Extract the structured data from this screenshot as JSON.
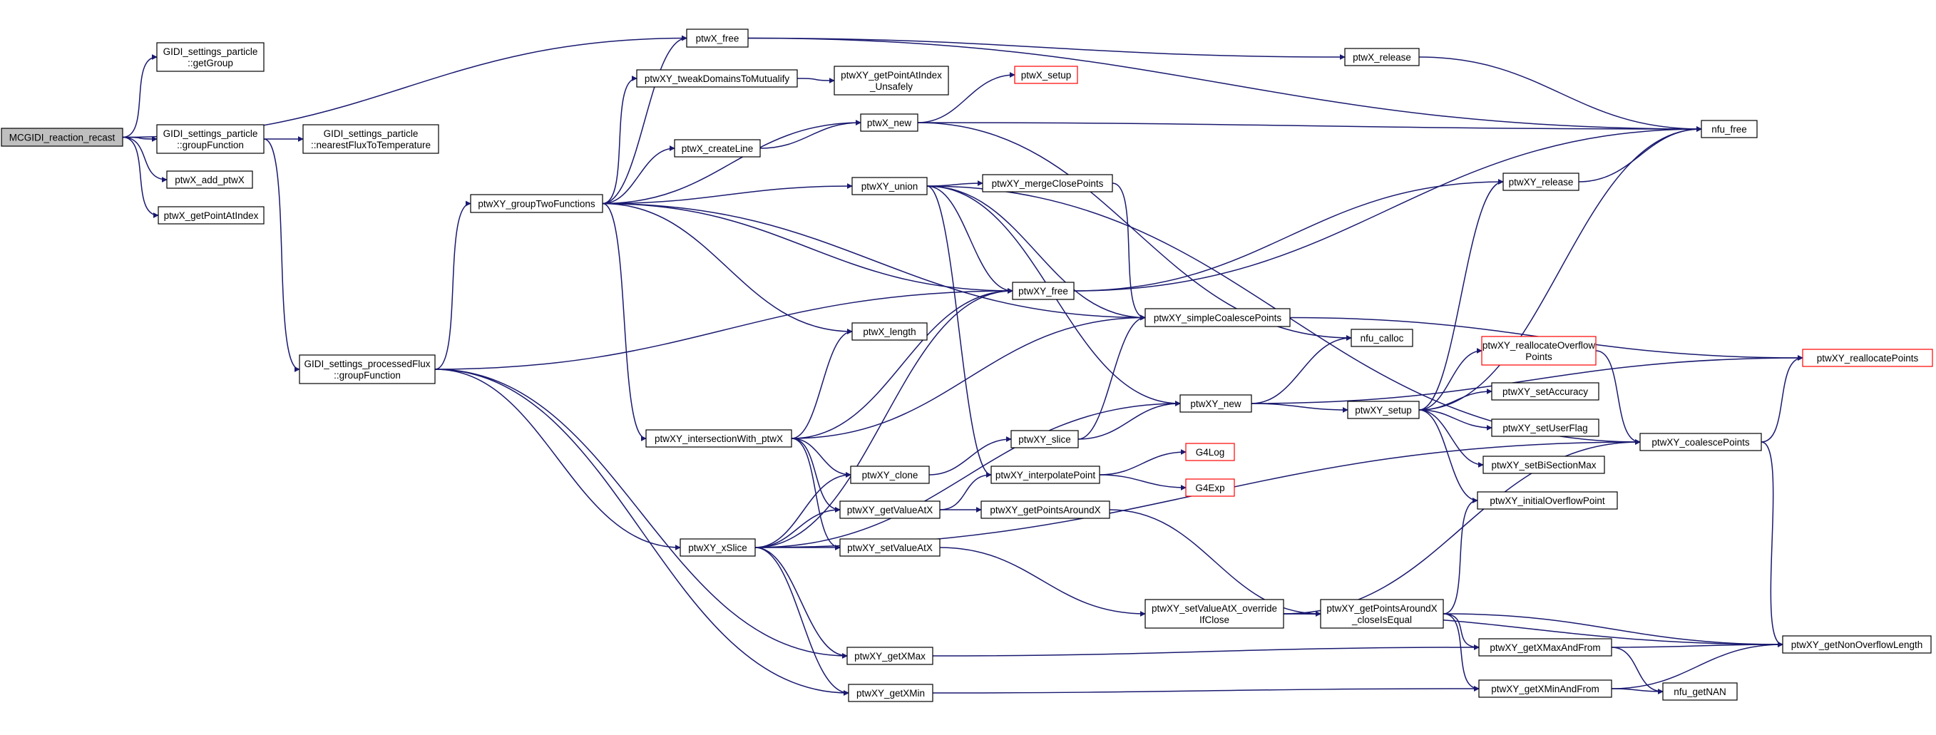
{
  "colors": {
    "edge": "#191970",
    "root_fill": "#bfbfbf",
    "truncated_border": "#ff0000",
    "node_border": "#000000"
  },
  "nodes": [
    {
      "id": "root",
      "lines": [
        "MCGIDI_reaction_recast"
      ],
      "style": "root"
    },
    {
      "id": "getGroup",
      "lines": [
        "GIDI_settings_particle",
        "::getGroup"
      ]
    },
    {
      "id": "particle_groupFunction",
      "lines": [
        "GIDI_settings_particle",
        "::groupFunction"
      ]
    },
    {
      "id": "nearestFlux",
      "lines": [
        "GIDI_settings_particle",
        "::nearestFluxToTemperature"
      ]
    },
    {
      "id": "add_ptwX",
      "lines": [
        "ptwX_add_ptwX"
      ]
    },
    {
      "id": "getPointAtIndex",
      "lines": [
        "ptwX_getPointAtIndex"
      ]
    },
    {
      "id": "processedFlux",
      "lines": [
        "GIDI_settings_processedFlux",
        "::groupFunction"
      ]
    },
    {
      "id": "groupTwoFunctions",
      "lines": [
        "ptwXY_groupTwoFunctions"
      ]
    },
    {
      "id": "ptwX_free",
      "lines": [
        "ptwX_free"
      ]
    },
    {
      "id": "tweakDomains",
      "lines": [
        "ptwXY_tweakDomainsToMutualify"
      ]
    },
    {
      "id": "getPointAtIndexUnsafely",
      "lines": [
        "ptwXY_getPointAtIndex",
        "_Unsafely"
      ]
    },
    {
      "id": "ptwX_setup",
      "lines": [
        "ptwX_setup"
      ],
      "style": "truncated"
    },
    {
      "id": "ptwX_new",
      "lines": [
        "ptwX_new"
      ]
    },
    {
      "id": "createLine",
      "lines": [
        "ptwX_createLine"
      ]
    },
    {
      "id": "union",
      "lines": [
        "ptwXY_union"
      ]
    },
    {
      "id": "mergeClosePoints",
      "lines": [
        "ptwXY_mergeClosePoints"
      ]
    },
    {
      "id": "ptwXY_free",
      "lines": [
        "ptwXY_free"
      ]
    },
    {
      "id": "ptwX_length",
      "lines": [
        "ptwX_length"
      ]
    },
    {
      "id": "simpleCoalesce",
      "lines": [
        "ptwXY_simpleCoalescePoints"
      ]
    },
    {
      "id": "intersectionWith",
      "lines": [
        "ptwXY_intersectionWith_ptwX"
      ]
    },
    {
      "id": "clone",
      "lines": [
        "ptwXY_clone"
      ]
    },
    {
      "id": "slice",
      "lines": [
        "ptwXY_slice"
      ]
    },
    {
      "id": "interpolatePoint",
      "lines": [
        "ptwXY_interpolatePoint"
      ]
    },
    {
      "id": "G4Log",
      "lines": [
        "G4Log"
      ],
      "style": "truncated"
    },
    {
      "id": "G4Exp",
      "lines": [
        "G4Exp"
      ],
      "style": "truncated"
    },
    {
      "id": "getValueAtX",
      "lines": [
        "ptwXY_getValueAtX"
      ]
    },
    {
      "id": "getPointsAroundX",
      "lines": [
        "ptwXY_getPointsAroundX"
      ]
    },
    {
      "id": "xSlice",
      "lines": [
        "ptwXY_xSlice"
      ]
    },
    {
      "id": "setValueAtX",
      "lines": [
        "ptwXY_setValueAtX"
      ]
    },
    {
      "id": "setValueOverride",
      "lines": [
        "ptwXY_setValueAtX_override",
        "IfClose"
      ]
    },
    {
      "id": "getPointsAroundXEqual",
      "lines": [
        "ptwXY_getPointsAroundX",
        "_closeIsEqual"
      ]
    },
    {
      "id": "getXMax",
      "lines": [
        "ptwXY_getXMax"
      ]
    },
    {
      "id": "getXMin",
      "lines": [
        "ptwXY_getXMin"
      ]
    },
    {
      "id": "ptwXY_new",
      "lines": [
        "ptwXY_new"
      ]
    },
    {
      "id": "ptwX_release",
      "lines": [
        "ptwX_release"
      ]
    },
    {
      "id": "nfu_free",
      "lines": [
        "nfu_free"
      ]
    },
    {
      "id": "ptwXY_release",
      "lines": [
        "ptwXY_release"
      ]
    },
    {
      "id": "nfu_calloc",
      "lines": [
        "nfu_calloc"
      ]
    },
    {
      "id": "ptwXY_setup",
      "lines": [
        "ptwXY_setup"
      ]
    },
    {
      "id": "reallocateOverflow",
      "lines": [
        "ptwXY_reallocateOverflow",
        "Points"
      ],
      "style": "truncated"
    },
    {
      "id": "setAccuracy",
      "lines": [
        "ptwXY_setAccuracy"
      ]
    },
    {
      "id": "setUserFlag",
      "lines": [
        "ptwXY_setUserFlag"
      ]
    },
    {
      "id": "setBiSectionMax",
      "lines": [
        "ptwXY_setBiSectionMax"
      ]
    },
    {
      "id": "initialOverflowPoint",
      "lines": [
        "ptwXY_initialOverflowPoint"
      ]
    },
    {
      "id": "getXMaxAndFrom",
      "lines": [
        "ptwXY_getXMaxAndFrom"
      ]
    },
    {
      "id": "getXMinAndFrom",
      "lines": [
        "ptwXY_getXMinAndFrom"
      ]
    },
    {
      "id": "nfu_getNAN",
      "lines": [
        "nfu_getNAN"
      ]
    },
    {
      "id": "reallocatePoints",
      "lines": [
        "ptwXY_reallocatePoints"
      ],
      "style": "truncated"
    },
    {
      "id": "coalescePoints",
      "lines": [
        "ptwXY_coalescePoints"
      ]
    },
    {
      "id": "getNonOverflowLength",
      "lines": [
        "ptwXY_getNonOverflowLength"
      ]
    }
  ],
  "edges": [
    [
      "root",
      "getGroup"
    ],
    [
      "root",
      "ptwX_free"
    ],
    [
      "root",
      "particle_groupFunction"
    ],
    [
      "root",
      "add_ptwX"
    ],
    [
      "root",
      "getPointAtIndex"
    ],
    [
      "particle_groupFunction",
      "nearestFlux"
    ],
    [
      "particle_groupFunction",
      "processedFlux"
    ],
    [
      "processedFlux",
      "groupTwoFunctions"
    ],
    [
      "processedFlux",
      "ptwXY_free"
    ],
    [
      "processedFlux",
      "xSlice"
    ],
    [
      "processedFlux",
      "getXMax"
    ],
    [
      "processedFlux",
      "getXMin"
    ],
    [
      "groupTwoFunctions",
      "ptwX_free"
    ],
    [
      "groupTwoFunctions",
      "tweakDomains"
    ],
    [
      "groupTwoFunctions",
      "ptwX_new"
    ],
    [
      "groupTwoFunctions",
      "createLine"
    ],
    [
      "groupTwoFunctions",
      "union"
    ],
    [
      "groupTwoFunctions",
      "ptwXY_free"
    ],
    [
      "groupTwoFunctions",
      "simpleCoalesce"
    ],
    [
      "groupTwoFunctions",
      "ptwX_length"
    ],
    [
      "groupTwoFunctions",
      "intersectionWith"
    ],
    [
      "ptwX_free",
      "nfu_free"
    ],
    [
      "ptwX_free",
      "ptwX_release"
    ],
    [
      "ptwX_release",
      "nfu_free"
    ],
    [
      "tweakDomains",
      "getPointAtIndexUnsafely"
    ],
    [
      "ptwX_new",
      "ptwX_setup"
    ],
    [
      "ptwX_new",
      "nfu_free"
    ],
    [
      "ptwX_new",
      "nfu_calloc"
    ],
    [
      "createLine",
      "ptwX_new"
    ],
    [
      "union",
      "mergeClosePoints"
    ],
    [
      "union",
      "ptwXY_free"
    ],
    [
      "union",
      "simpleCoalesce"
    ],
    [
      "union",
      "ptwXY_new"
    ],
    [
      "union",
      "interpolatePoint"
    ],
    [
      "union",
      "coalescePoints"
    ],
    [
      "mergeClosePoints",
      "simpleCoalesce"
    ],
    [
      "ptwXY_free",
      "nfu_free"
    ],
    [
      "ptwXY_free",
      "ptwXY_release"
    ],
    [
      "ptwXY_release",
      "nfu_free"
    ],
    [
      "simpleCoalesce",
      "reallocatePoints"
    ],
    [
      "intersectionWith",
      "ptwX_length"
    ],
    [
      "intersectionWith",
      "ptwXY_free"
    ],
    [
      "intersectionWith",
      "simpleCoalesce"
    ],
    [
      "intersectionWith",
      "clone"
    ],
    [
      "intersectionWith",
      "getValueAtX"
    ],
    [
      "intersectionWith",
      "setValueAtX"
    ],
    [
      "clone",
      "slice"
    ],
    [
      "slice",
      "ptwXY_new"
    ],
    [
      "slice",
      "simpleCoalesce"
    ],
    [
      "interpolatePoint",
      "G4Log"
    ],
    [
      "interpolatePoint",
      "G4Exp"
    ],
    [
      "getValueAtX",
      "interpolatePoint"
    ],
    [
      "getValueAtX",
      "getPointsAroundX"
    ],
    [
      "getPointsAroundX",
      "getPointsAroundXEqual"
    ],
    [
      "xSlice",
      "ptwXY_free"
    ],
    [
      "xSlice",
      "ptwXY_new"
    ],
    [
      "xSlice",
      "clone"
    ],
    [
      "xSlice",
      "getValueAtX"
    ],
    [
      "xSlice",
      "setValueAtX"
    ],
    [
      "xSlice",
      "getXMax"
    ],
    [
      "xSlice",
      "getXMin"
    ],
    [
      "xSlice",
      "coalescePoints"
    ],
    [
      "setValueAtX",
      "setValueOverride"
    ],
    [
      "setValueOverride",
      "getPointsAroundXEqual"
    ],
    [
      "setValueOverride",
      "coalescePoints"
    ],
    [
      "setValueOverride",
      "getNonOverflowLength"
    ],
    [
      "getPointsAroundXEqual",
      "initialOverflowPoint"
    ],
    [
      "getPointsAroundXEqual",
      "getXMaxAndFrom"
    ],
    [
      "getPointsAroundXEqual",
      "getXMinAndFrom"
    ],
    [
      "getPointsAroundXEqual",
      "getNonOverflowLength"
    ],
    [
      "getXMax",
      "getXMaxAndFrom"
    ],
    [
      "getXMin",
      "getXMinAndFrom"
    ],
    [
      "getXMaxAndFrom",
      "nfu_getNAN"
    ],
    [
      "getXMaxAndFrom",
      "getNonOverflowLength"
    ],
    [
      "getXMinAndFrom",
      "nfu_getNAN"
    ],
    [
      "getXMinAndFrom",
      "getNonOverflowLength"
    ],
    [
      "ptwXY_new",
      "nfu_calloc"
    ],
    [
      "ptwXY_new",
      "ptwXY_setup"
    ],
    [
      "ptwXY_new",
      "reallocatePoints"
    ],
    [
      "ptwXY_setup",
      "ptwXY_release"
    ],
    [
      "ptwXY_setup",
      "nfu_free"
    ],
    [
      "ptwXY_setup",
      "reallocateOverflow"
    ],
    [
      "ptwXY_setup",
      "setAccuracy"
    ],
    [
      "ptwXY_setup",
      "setUserFlag"
    ],
    [
      "ptwXY_setup",
      "setBiSectionMax"
    ],
    [
      "ptwXY_setup",
      "initialOverflowPoint"
    ],
    [
      "reallocateOverflow",
      "coalescePoints"
    ],
    [
      "coalescePoints",
      "reallocatePoints"
    ],
    [
      "coalescePoints",
      "getNonOverflowLength"
    ]
  ]
}
